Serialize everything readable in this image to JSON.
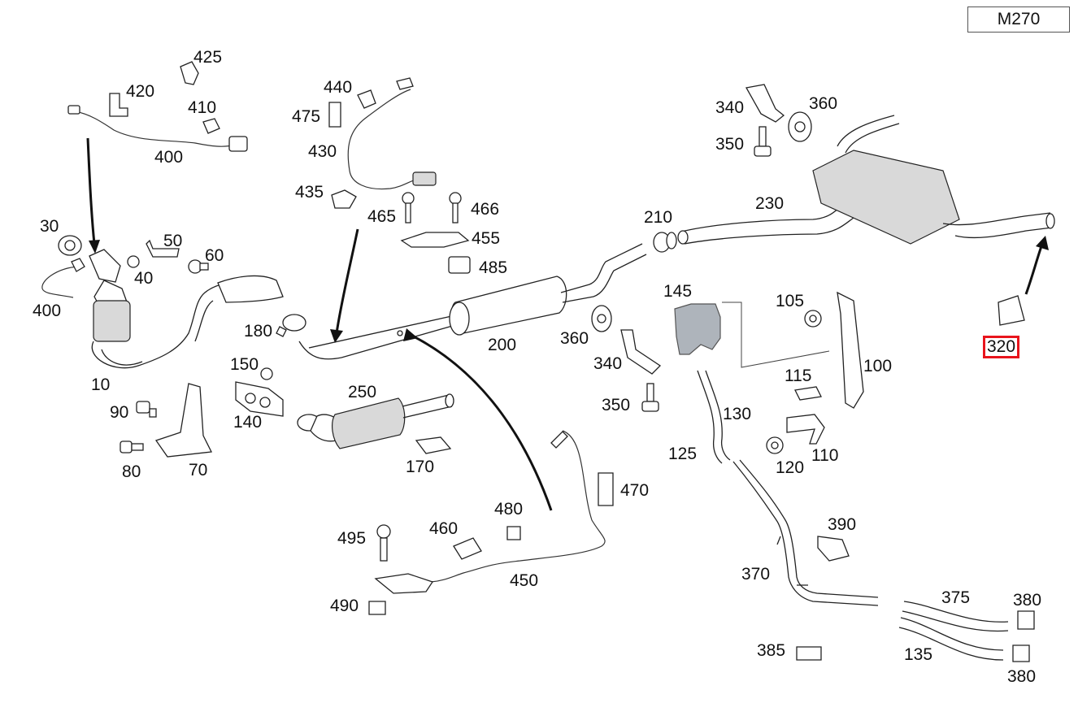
{
  "engine_code": "M270",
  "highlighted_part": "320",
  "labels": {
    "p10": "10",
    "p30": "30",
    "p40": "40",
    "p50": "50",
    "p60": "60",
    "p70": "70",
    "p80": "80",
    "p90": "90",
    "p100": "100",
    "p105": "105",
    "p110": "110",
    "p115": "115",
    "p120": "120",
    "p125": "125",
    "p130": "130",
    "p135": "135",
    "p140": "140",
    "p145": "145",
    "p150": "150",
    "p170": "170",
    "p180": "180",
    "p200": "200",
    "p210": "210",
    "p230": "230",
    "p250": "250",
    "p320": "320",
    "p340a": "340",
    "p340b": "340",
    "p350a": "350",
    "p350b": "350",
    "p360a": "360",
    "p360b": "360",
    "p370": "370",
    "p375": "375",
    "p380a": "380",
    "p380b": "380",
    "p385": "385",
    "p390": "390",
    "p400a": "400",
    "p400b": "400",
    "p410": "410",
    "p420": "420",
    "p425": "425",
    "p430": "430",
    "p435": "435",
    "p440": "440",
    "p450": "450",
    "p455": "455",
    "p460": "460",
    "p465": "465",
    "p466": "466",
    "p470": "470",
    "p475": "475",
    "p480": "480",
    "p485": "485",
    "p490": "490",
    "p495": "495"
  }
}
